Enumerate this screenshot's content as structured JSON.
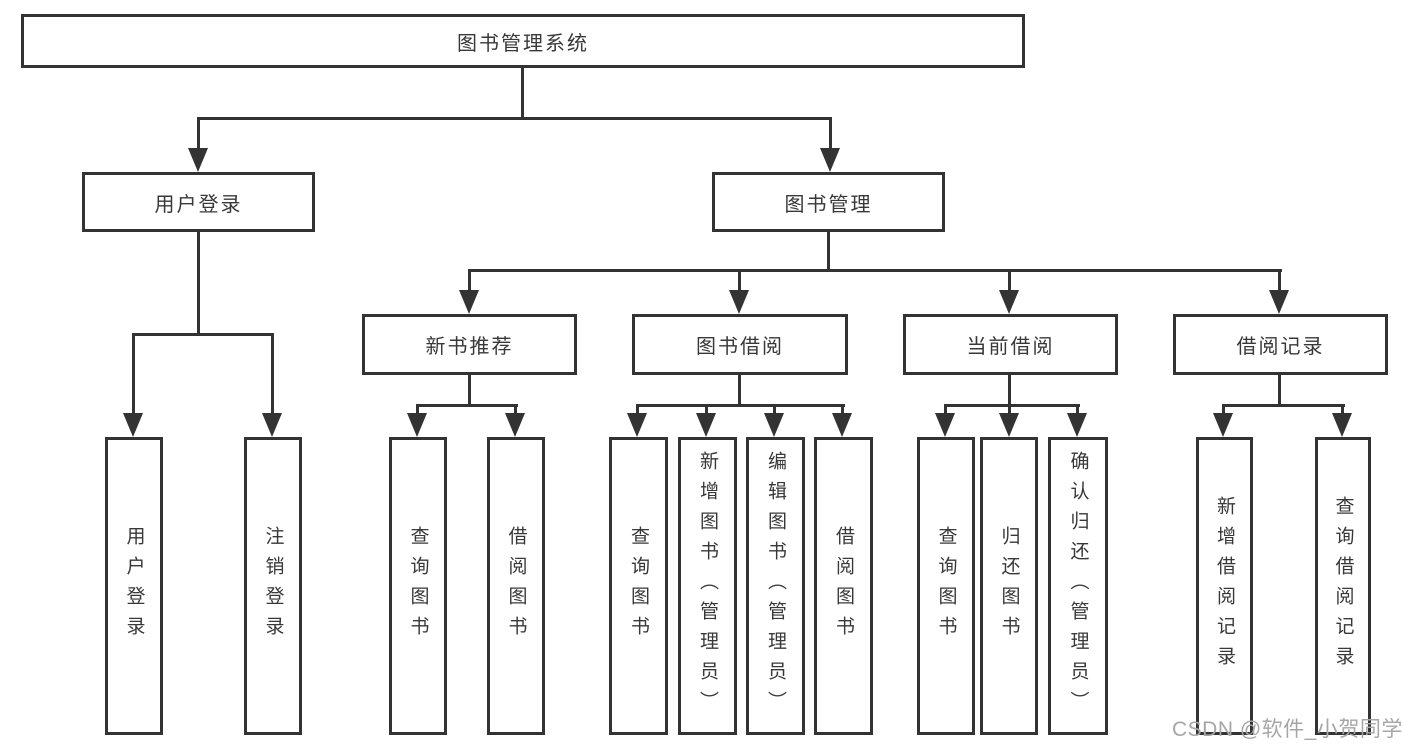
{
  "tree": {
    "root": {
      "label": "图书管理系统"
    },
    "branches": [
      {
        "label": "用户登录",
        "children": [
          {
            "label": "用户登录"
          },
          {
            "label": "注销登录"
          }
        ]
      },
      {
        "label": "图书管理",
        "children": [
          {
            "label": "新书推荐",
            "children": [
              {
                "label": "查询图书"
              },
              {
                "label": "借阅图书"
              }
            ]
          },
          {
            "label": "图书借阅",
            "children": [
              {
                "label": "查询图书"
              },
              {
                "label": "新增图书（管理员）"
              },
              {
                "label": "编辑图书（管理员）"
              },
              {
                "label": "借阅图书"
              }
            ]
          },
          {
            "label": "当前借阅",
            "children": [
              {
                "label": "查询图书"
              },
              {
                "label": "归还图书"
              },
              {
                "label": "确认归还（管理员）"
              }
            ]
          },
          {
            "label": "借阅记录",
            "children": [
              {
                "label": "新增借阅记录"
              },
              {
                "label": "查询借阅记录"
              }
            ]
          }
        ]
      }
    ]
  },
  "watermark": {
    "text": "CSDN @软件_小贺同学"
  },
  "colors": {
    "line": "#333333",
    "text": "#383838",
    "background": "#ffffff",
    "watermark_text": "#a6a6a6"
  }
}
